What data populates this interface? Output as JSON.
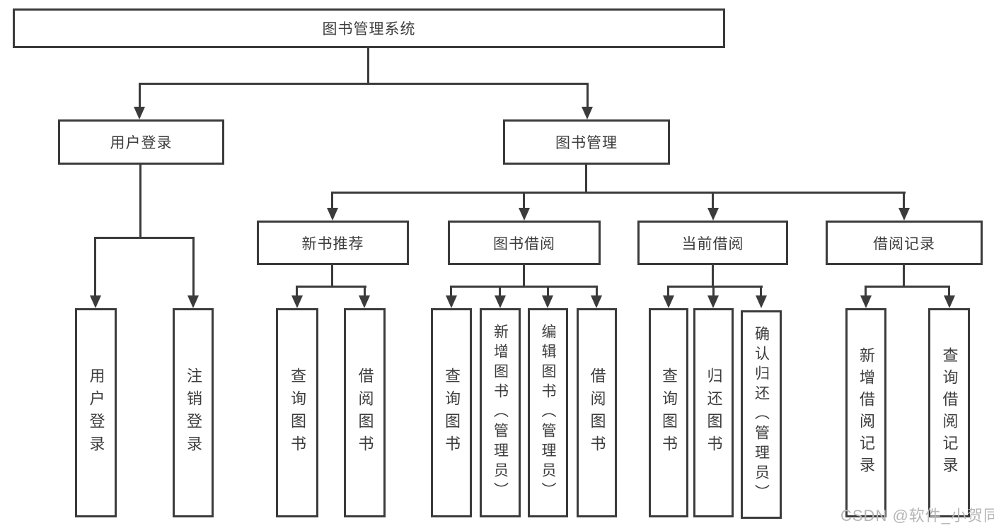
{
  "diagram": {
    "title": "图书管理系统",
    "nodes": {
      "root": "图书管理系统",
      "user_login": "用户登录",
      "book_management": "图书管理",
      "new_book_recommend": "新书推荐",
      "book_borrowing": "图书借阅",
      "current_borrowing": "当前借阅",
      "borrowing_records": "借阅记录",
      "leaf_user_login": "用户登录",
      "leaf_logout": "注销登录",
      "leaf_nb_query": "查询图书",
      "leaf_nb_borrow": "借阅图书",
      "leaf_bb_query": "查询图书",
      "leaf_bb_add": "新增图书（管理员）",
      "leaf_bb_edit": "编辑图书（管理员）",
      "leaf_bb_borrow": "借阅图书",
      "leaf_cb_query": "查询图书",
      "leaf_cb_return": "归还图书",
      "leaf_cb_confirm": "确认归还（管理员）",
      "leaf_br_add": "新增借阅记录",
      "leaf_br_query": "查询借阅记录"
    },
    "hierarchy": {
      "图书管理系统": {
        "用户登录": [
          "用户登录",
          "注销登录"
        ],
        "图书管理": {
          "新书推荐": [
            "查询图书",
            "借阅图书"
          ],
          "图书借阅": [
            "查询图书",
            "新增图书（管理员）",
            "编辑图书（管理员）",
            "借阅图书"
          ],
          "当前借阅": [
            "查询图书",
            "归还图书",
            "确认归还（管理员）"
          ],
          "借阅记录": [
            "新增借阅记录",
            "查询借阅记录"
          ]
        }
      }
    }
  },
  "watermark": "CSDN @软件_小贺同学",
  "colors": {
    "line": "#3b3b3b",
    "text": "#3d3d3d",
    "watermark": "#b5b5b5",
    "background": "#ffffff"
  }
}
